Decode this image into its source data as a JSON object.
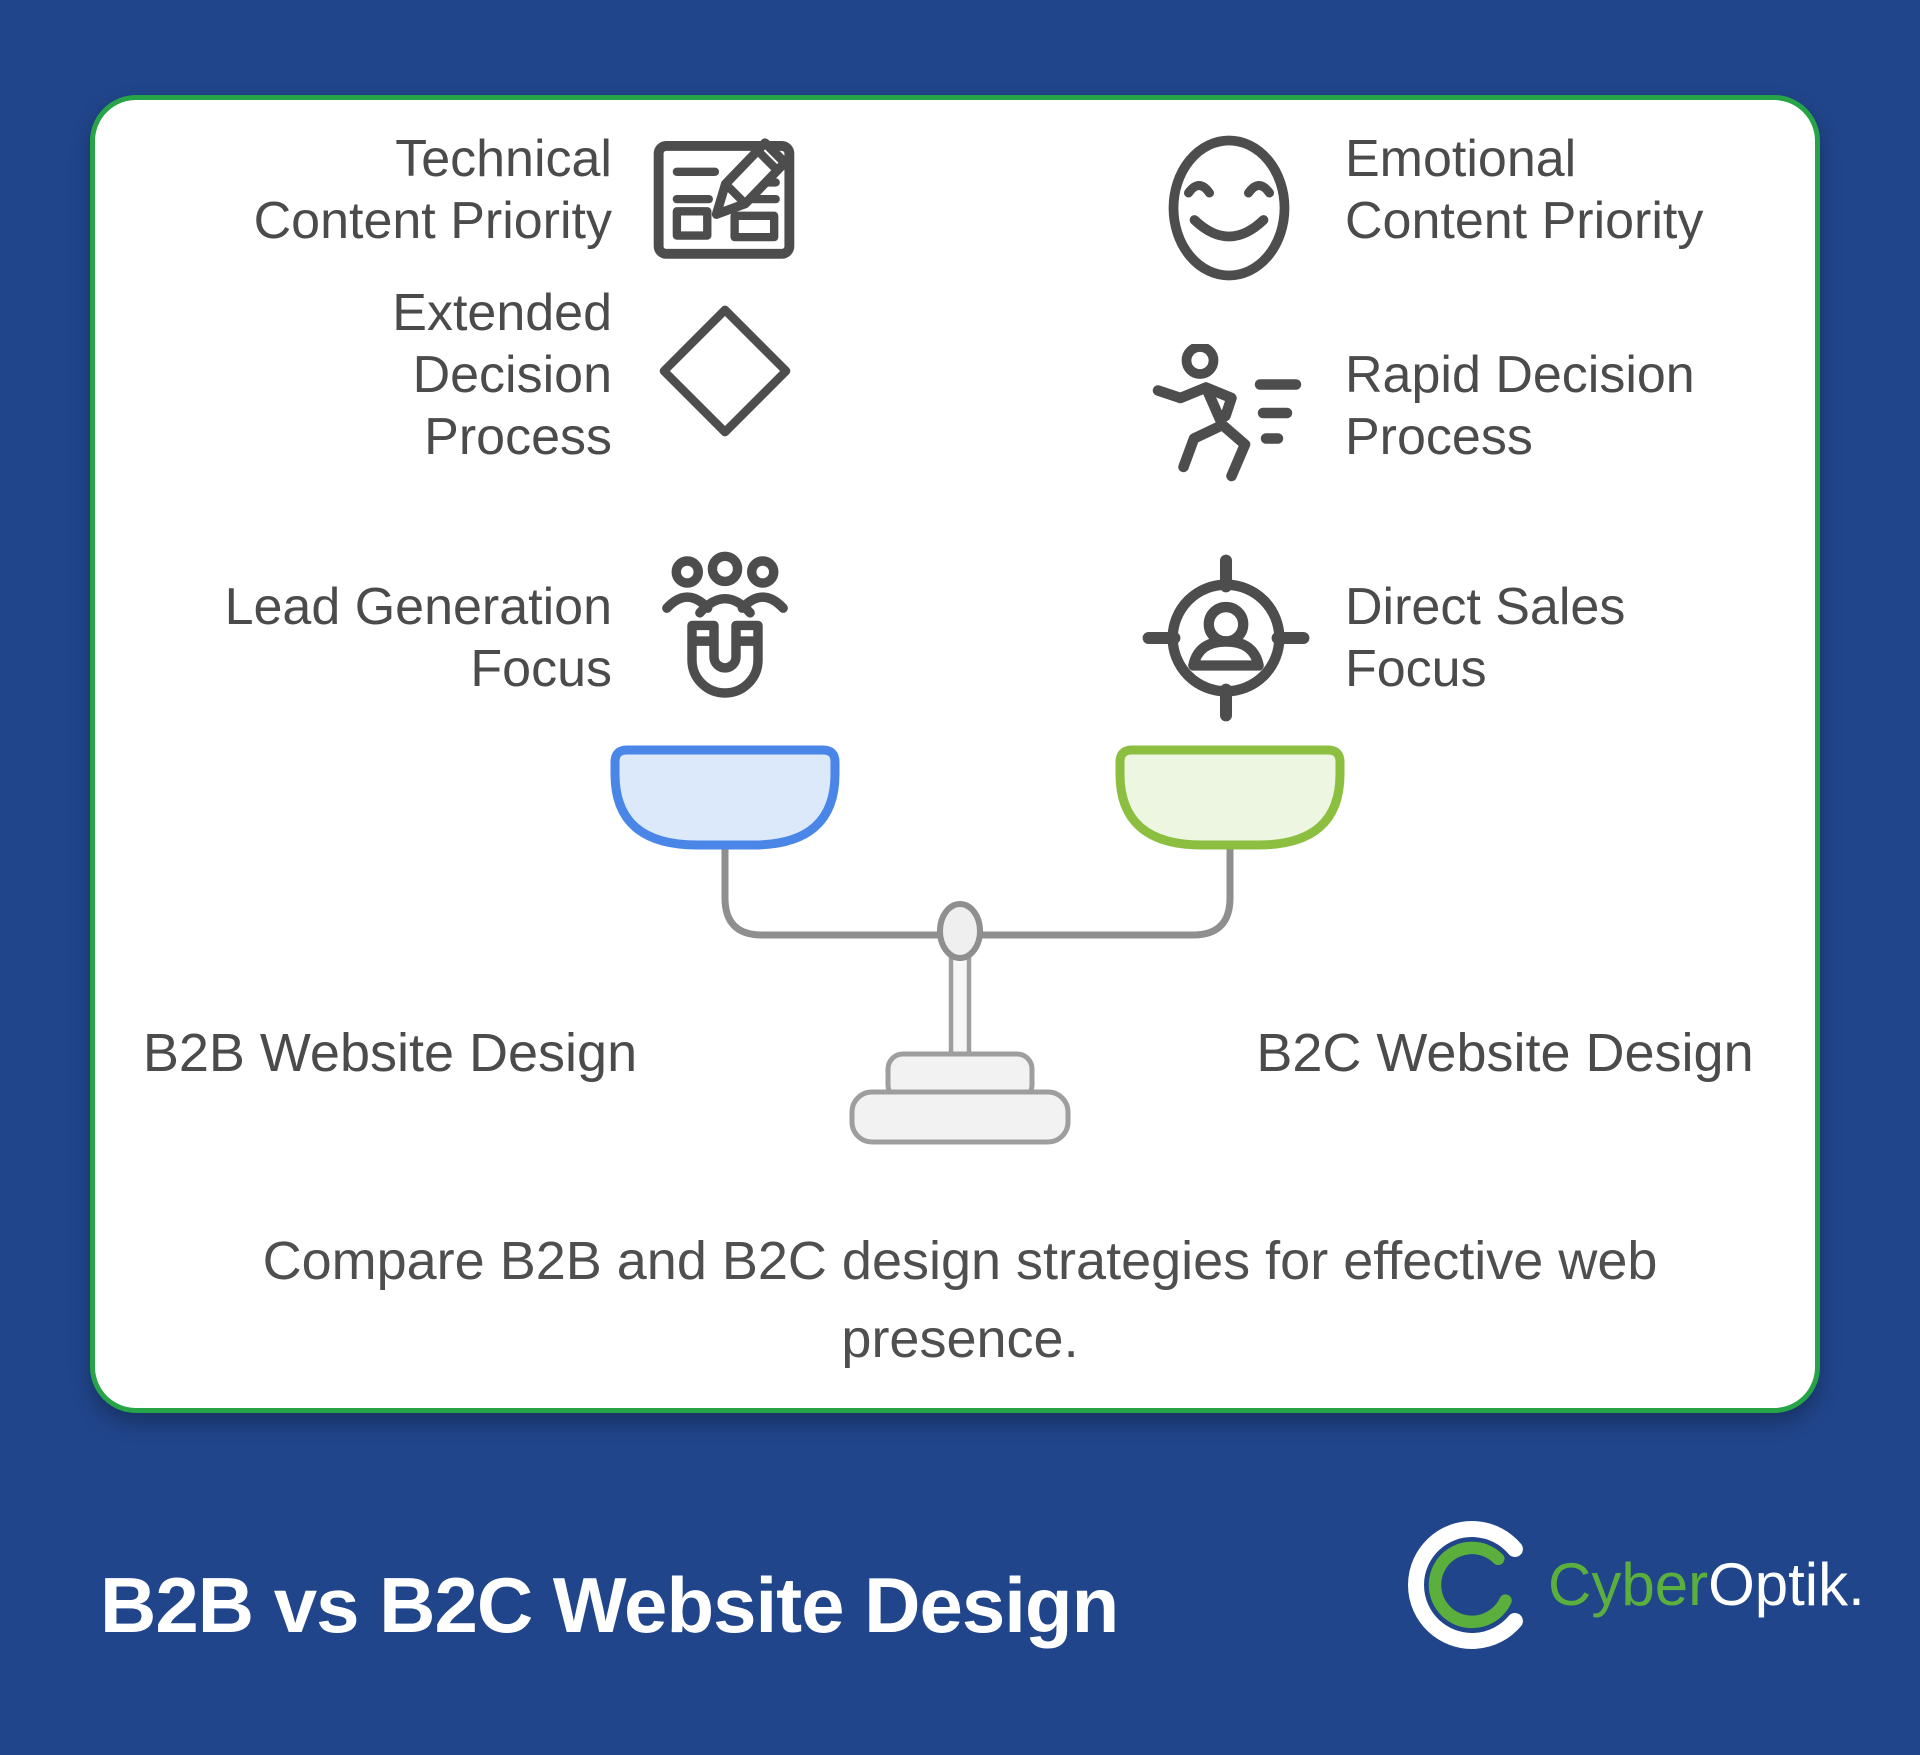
{
  "colors": {
    "background": "#21458B",
    "card_border_green": "#27A348",
    "card_background": "#FFFFFF",
    "icon_gray": "#4D4D4D",
    "text_gray": "#4B4B4B",
    "scale_gray": "#8F8F8F",
    "logo_green": "#5BAF3C"
  },
  "features": {
    "left": [
      {
        "icon": "document-pencil-icon",
        "lines": [
          "Technical",
          "Content Priority"
        ]
      },
      {
        "icon": "diamond-icon",
        "lines": [
          "Extended",
          "Decision",
          "Process"
        ]
      },
      {
        "icon": "magnet-audience-icon",
        "lines": [
          "Lead Generation",
          "Focus"
        ]
      }
    ],
    "right": [
      {
        "icon": "smiley-icon",
        "lines": [
          "Emotional",
          "Content Priority"
        ]
      },
      {
        "icon": "runner-icon",
        "lines": [
          "Rapid Decision",
          "Process"
        ]
      },
      {
        "icon": "target-person-icon",
        "lines": [
          "Direct Sales",
          "Focus"
        ]
      }
    ]
  },
  "scale": {
    "left_label": "B2B Website Design",
    "right_label": "B2C Website Design",
    "left_pan": {
      "stroke": "#4A86E8",
      "fill": "#DCE9FA"
    },
    "right_pan": {
      "stroke": "#8CBE3F",
      "fill": "#EDF6E1"
    }
  },
  "caption": {
    "lines": [
      "Compare B2B and B2C design strategies for effective web",
      "presence."
    ]
  },
  "footer": {
    "title": "B2B vs B2C Website Design",
    "logo": {
      "green_text": "Cyber",
      "white_text": "Optik."
    }
  }
}
